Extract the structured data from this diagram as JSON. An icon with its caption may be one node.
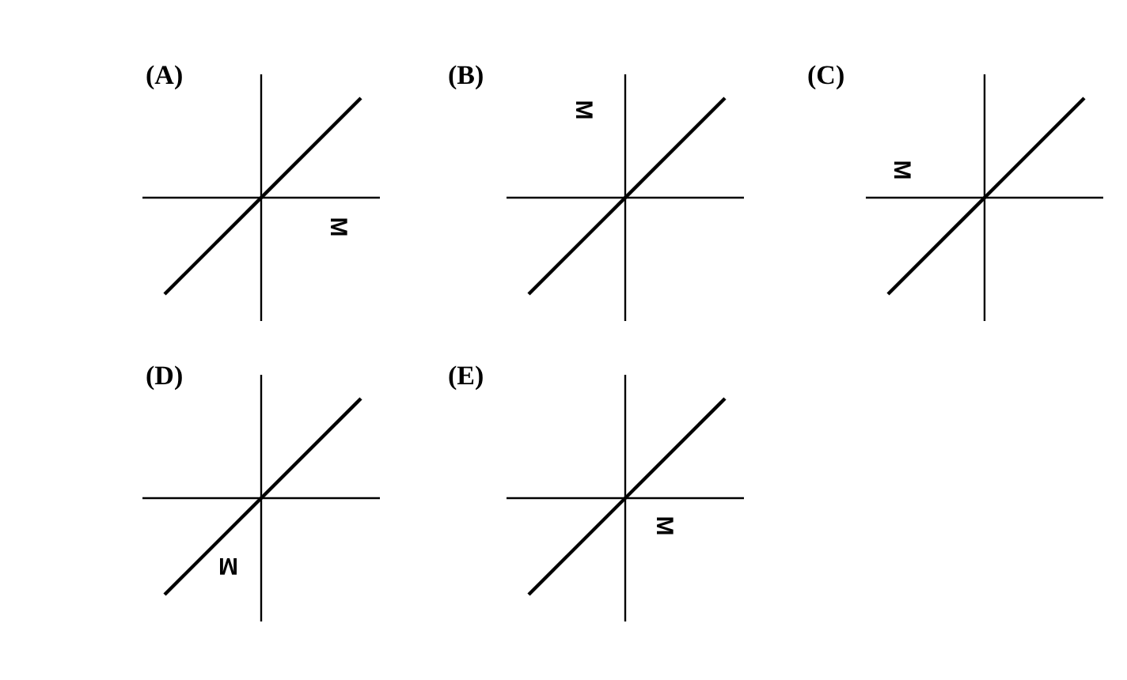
{
  "diagram": {
    "labels": [
      "(A)",
      "M",
      "(B)",
      "M",
      "(C)",
      "M",
      "(D)",
      "M",
      "(E)",
      "M"
    ]
  }
}
